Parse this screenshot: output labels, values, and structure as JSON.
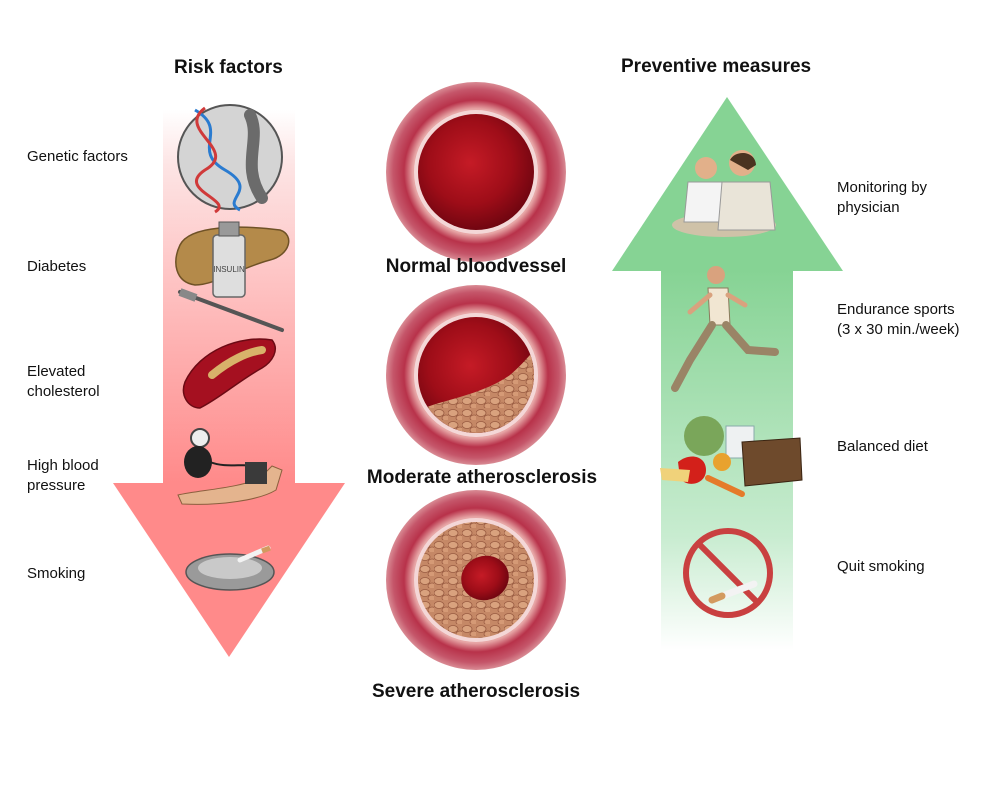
{
  "headings": {
    "risk": "Risk factors",
    "preventive": "Preventive measures"
  },
  "risk_factors": [
    {
      "line1": "Genetic factors",
      "line2": "",
      "icon": "dna-chromosome-icon"
    },
    {
      "line1": "Diabetes",
      "line2": "",
      "icon": "pancreas-insulin-icon"
    },
    {
      "line1": "Elevated",
      "line2": "cholesterol",
      "icon": "plaque-artery-icon"
    },
    {
      "line1": "High blood",
      "line2": "pressure",
      "icon": "blood-pressure-cuff-icon"
    },
    {
      "line1": "Smoking",
      "line2": "",
      "icon": "ashtray-cigarette-icon"
    }
  ],
  "insulin_label": "INSULIN",
  "vessels": [
    {
      "label": "Normal bloodvessel",
      "stage": "normal"
    },
    {
      "label": "Moderate atherosclerosis",
      "stage": "moderate"
    },
    {
      "label": "Severe atherosclerosis",
      "stage": "severe"
    }
  ],
  "preventive_measures": [
    {
      "line1": "Monitoring by",
      "line2": "physician",
      "icon": "doctor-consultation-icon"
    },
    {
      "line1": "Endurance sports",
      "line2": "(3 x 30 min./week)",
      "icon": "running-man-icon"
    },
    {
      "line1": "Balanced diet",
      "line2": "",
      "icon": "healthy-food-icon"
    },
    {
      "line1": "Quit smoking",
      "line2": "",
      "icon": "no-smoking-icon"
    }
  ],
  "colors": {
    "risk_arrow": "#ff8a8a",
    "preventive_arrow": "#86d394",
    "vessel_wall": "#c0435a",
    "blood": "#a8101c",
    "plaque": "#c98a68"
  }
}
